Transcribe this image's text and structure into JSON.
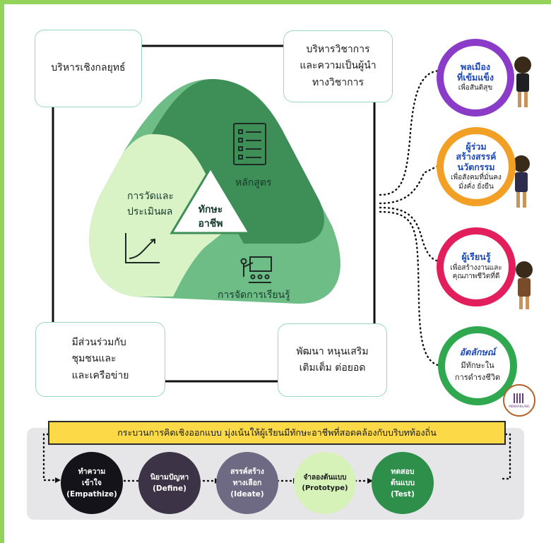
{
  "corners": {
    "top_left": "บริหารเชิงกลยุทธ์",
    "top_right": "บริหารวิชาการ\nและความเป็นผู้นำ\nทางวิชาการ",
    "bottom_left": "มีส่วนร่วมกับ\nชุมชนและ\nและเครือข่าย",
    "bottom_right": "พัฒนา หนุนเสริม\nเติมเต็ม ต่อยอด"
  },
  "triangle": {
    "center": "ทักษะ\nอาชีพ",
    "curriculum": "หลักสูตร",
    "assessment": "การวัดและ\nประเมินผล",
    "learning": "การจัดการเรียนรู้"
  },
  "badges": [
    {
      "title": "พลเมือง\nที่เข้มแข็ง",
      "sub": "เพื่อสันติสุข",
      "color": "#8a3cc8"
    },
    {
      "title": "ผู้ร่วม\nสร้างสรรค์\nนวัตกรรม",
      "sub": "เพื่อสังคมที่มั่นคง\nมั่งคั่ง ยั่งยืน",
      "color": "#f2a025"
    },
    {
      "title": "ผู้เรียนรู้",
      "sub": "เพื่อสร้างงานและ\nคุณภาพชีวิตที่ดี",
      "color": "#e21f5c"
    },
    {
      "title": "อัตลักษณ์",
      "sub": "มีทักษะใน\nการดำรงชีวิต",
      "color": "#2fa84f"
    }
  ],
  "logo_text": "MENIKANLANG",
  "banner": "กระบวนการคิดเชิงออกแบบ มุ่งเน้นให้ผู้เรียนมีทักษะอาชีพที่สอดคล้องกับบริบทท้องถิ่น",
  "steps": [
    {
      "label": "ทำความ\nเข้าใจ\n(Empathize)",
      "bg": "#15131a",
      "fg": "#ffffff"
    },
    {
      "label": "นิยามปัญหา\n(Define)",
      "bg": "#3c3346",
      "fg": "#ffffff"
    },
    {
      "label": "สรรค์สร้าง\nทางเลือก\n(Ideate)",
      "bg": "#6f6a83",
      "fg": "#ffffff"
    },
    {
      "label": "จำลองต้นแบบ\n(Prototype)",
      "bg": "#d6f2b8",
      "fg": "#1a1a1a"
    },
    {
      "label": "ทดสอบ\nต้นแบบ\n(Test)",
      "bg": "#2e8f4a",
      "fg": "#ffffff"
    }
  ],
  "colors": {
    "dark_green": "#3e8f57",
    "mid_green": "#6fbd86",
    "light_green": "#d9f2c6",
    "frame_border": "#9bd6c5"
  }
}
